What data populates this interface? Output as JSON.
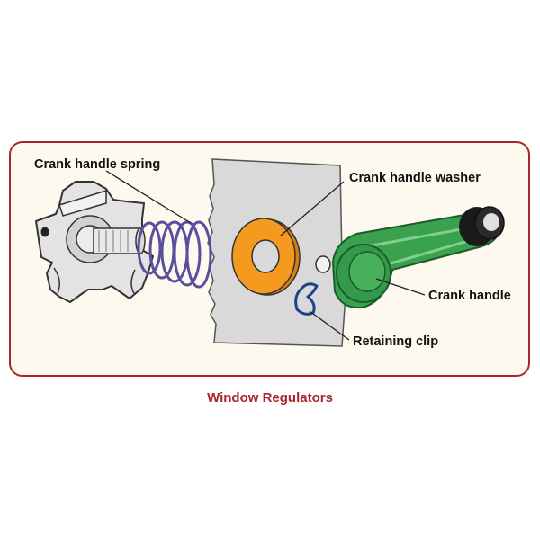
{
  "diagram": {
    "labels": {
      "crank_handle_spring": "Crank handle spring",
      "crank_handle_washer": "Crank handle washer",
      "crank_handle": "Crank handle",
      "retaining_clip": "Retaining clip"
    },
    "caption": "Window Regulators",
    "colors": {
      "frame_border": "#a7262a",
      "frame_fill": "#fdf9ef",
      "caption": "#a7262a",
      "panel": "#d9d9d9",
      "spring": "#5a4e9e",
      "washer": "#f39a1f",
      "handle": "#3aa14e",
      "clip": "#1f3f8f",
      "bracket": "#e3e3e3"
    }
  }
}
